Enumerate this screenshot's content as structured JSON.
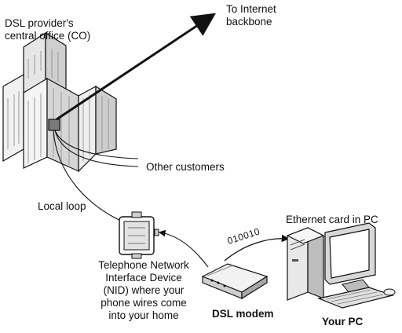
{
  "labels": {
    "central_office": "DSL provider's\ncentral office (CO)",
    "internet": "To Internet\nbackbone",
    "other_customers": "Other customers",
    "local_loop": "Local loop",
    "nid": "Telephone Network\nInterface Device\n(NID) where your\nphone wires come\ninto your home",
    "ethernet_card": "Ethernet card in PC",
    "dsl_modem": "DSL modem",
    "your_pc": "Your PC",
    "data_bits": "010010"
  },
  "icons": {
    "building": "office-building-icon",
    "nid_box": "junction-box-icon",
    "modem": "dsl-modem-icon",
    "computer": "desktop-pc-icon"
  },
  "colors": {
    "line": "#111111",
    "building_fill": "#f4f4f4",
    "building_shade": "#cfcfcf",
    "co_box": "#7a7a7a"
  }
}
